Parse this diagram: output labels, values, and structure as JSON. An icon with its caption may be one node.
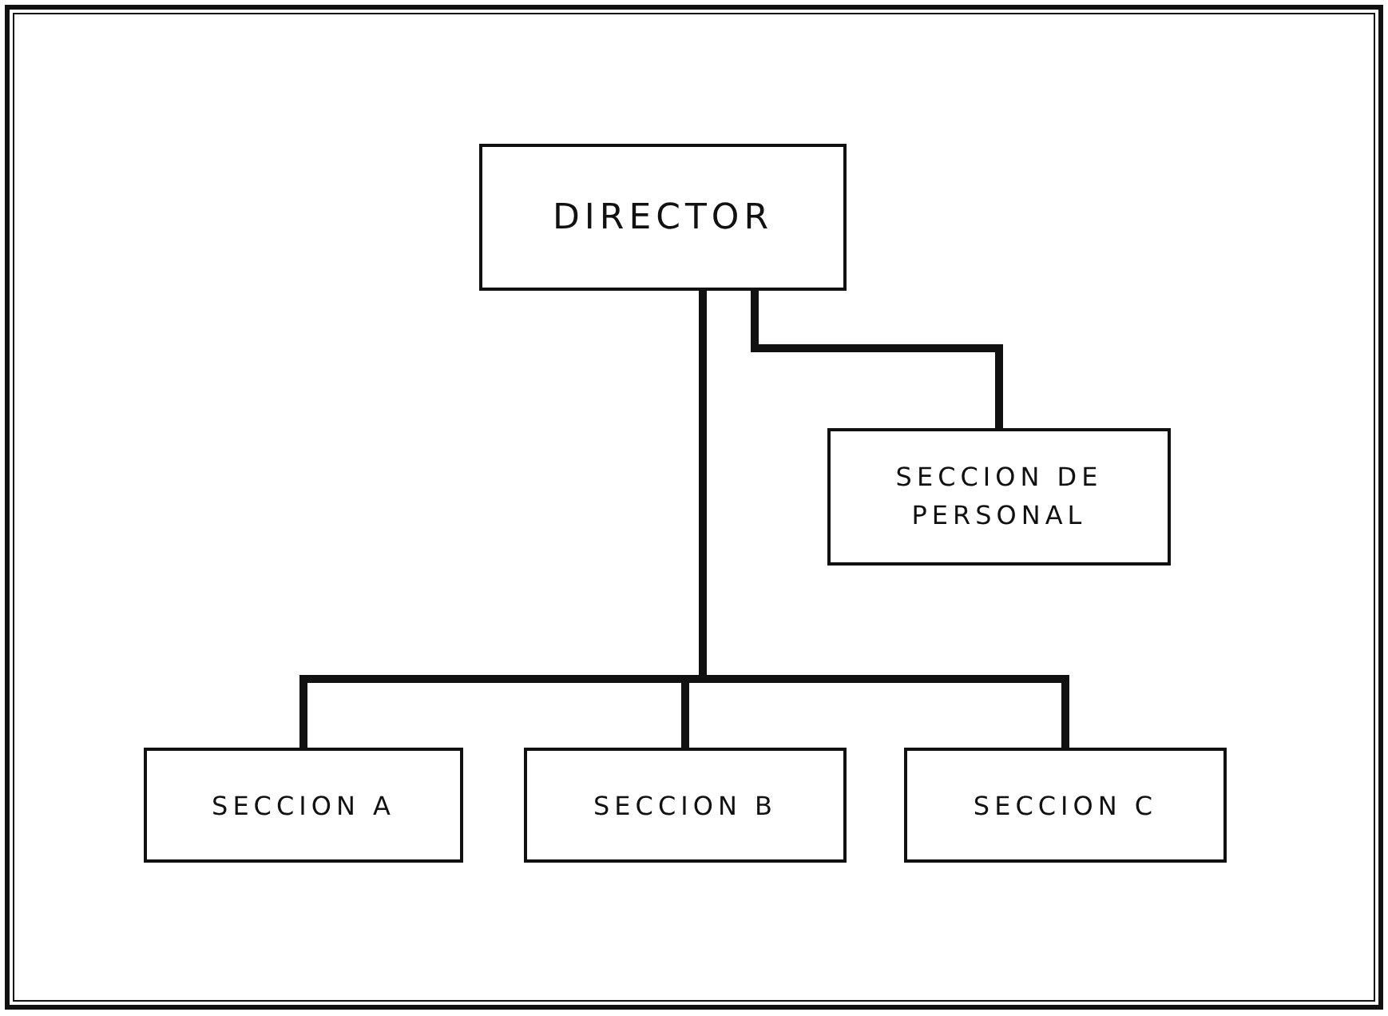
{
  "diagram": {
    "nodes": [
      {
        "text": [
          "DIRECTOR"
        ]
      },
      {
        "text": [
          "SECCION DE PERSONAL"
        ]
      },
      {
        "text": [
          "SECCION A"
        ]
      },
      {
        "text": [
          "SECCION B"
        ]
      },
      {
        "text": [
          "SECCION C"
        ]
      }
    ],
    "edges": [
      {
        "from": 0,
        "to": 1,
        "arrow": "none"
      },
      {
        "from": 0,
        "to": 2,
        "arrow": "none"
      },
      {
        "from": 0,
        "to": 3,
        "arrow": "none"
      },
      {
        "from": 0,
        "to": 4,
        "arrow": "none"
      }
    ]
  }
}
